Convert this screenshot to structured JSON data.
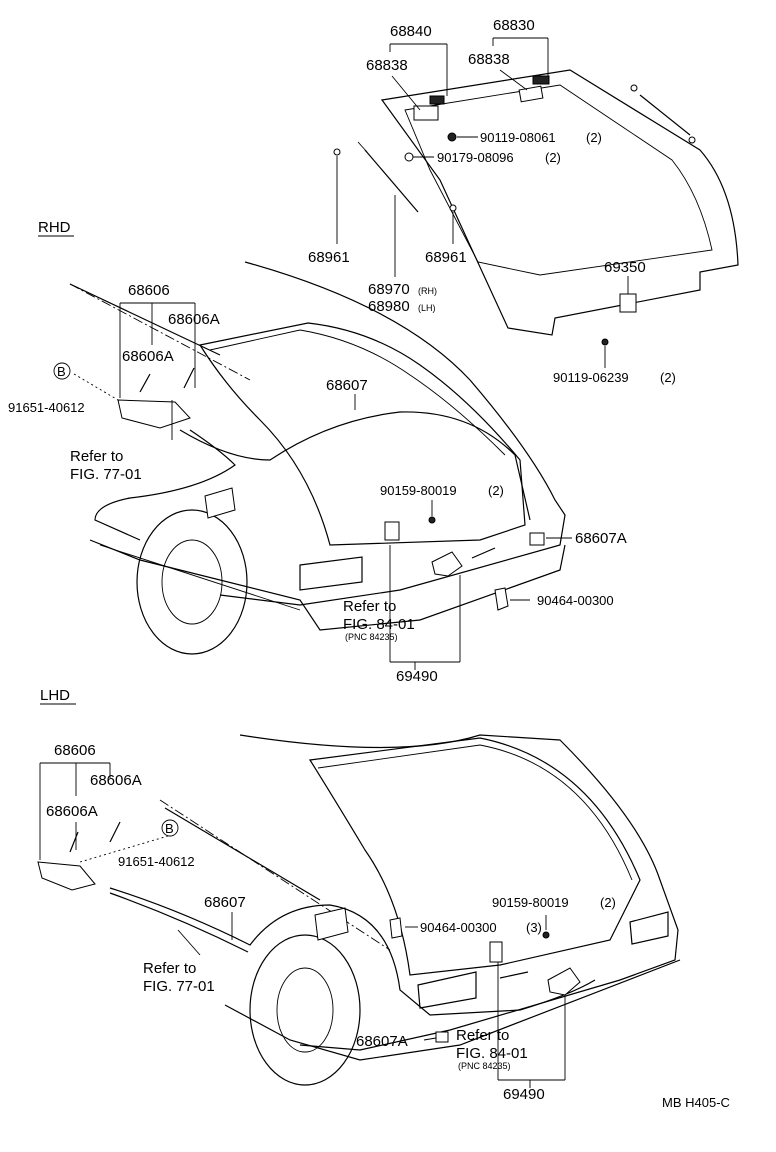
{
  "sections": {
    "rhd": "RHD",
    "lhd": "LHD"
  },
  "rhd": {
    "p68840": "68840",
    "p68830": "68830",
    "p68838_a": "68838",
    "p68838_b": "68838",
    "p90119_08061": "90119-08061",
    "p90119_08061_qty": "(2)",
    "p90179_08096": "90179-08096",
    "p90179_08096_qty": "(2)",
    "p68961_a": "68961",
    "p68961_b": "68961",
    "p68970": "68970",
    "p68970_side": "(RH)",
    "p68980": "68980",
    "p68980_side": "(LH)",
    "p69350": "69350",
    "p90119_06239": "90119-06239",
    "p90119_06239_qty": "(2)",
    "p68606": "68606",
    "p68606A_a": "68606A",
    "p68606A_b": "68606A",
    "p91651_40612": "91651-40612",
    "bmark": "B",
    "p68607": "68607",
    "ref77_line1": "Refer to",
    "ref77_line2": "FIG. 77-01",
    "p90159_80019": "90159-80019",
    "p90159_80019_qty": "(2)",
    "p68607A": "68607A",
    "p90464_00300": "90464-00300",
    "ref84_line1": "Refer to",
    "ref84_line2": "FIG. 84-01",
    "ref84_pnc": "(PNC 84235)",
    "p69490": "69490"
  },
  "lhd": {
    "p68606": "68606",
    "p68606A_a": "68606A",
    "p68606A_b": "68606A",
    "bmark": "B",
    "p91651_40612": "91651-40612",
    "p68607": "68607",
    "p90159_80019": "90159-80019",
    "p90159_80019_qty": "(2)",
    "p90464_00300": "90464-00300",
    "p90464_00300_qty": "(3)",
    "ref77_line1": "Refer to",
    "ref77_line2": "FIG. 77-01",
    "p68607A": "68607A",
    "ref84_line1": "Refer to",
    "ref84_line2": "FIG. 84-01",
    "ref84_pnc": "(PNC 84235)",
    "p69490": "69490"
  },
  "footer": {
    "code": "MB H405-C"
  }
}
